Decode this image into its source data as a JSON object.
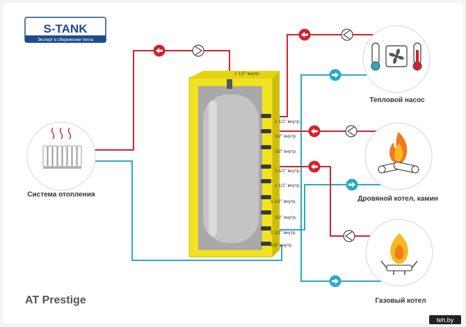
{
  "logo": {
    "brand": "S-TANK",
    "slogan": "Эксперт в сбережении тепла"
  },
  "product_name": "AT Prestige",
  "watermark": "teh.by",
  "colors": {
    "hot_pipe": "#d6202a",
    "cold_pipe": "#2aa9c8",
    "tank_insulation": "#f2e21f",
    "tank_body": "#b7b7b7",
    "logo_blue": "#1d4b8f",
    "logo_red": "#d6202a"
  },
  "devices": {
    "heating_system": {
      "label": "Система отопления",
      "icon": "radiator-icon"
    },
    "heat_pump": {
      "label": "Тепловой насос",
      "icon": "thermo-fan-icon"
    },
    "wood_boiler": {
      "label": "Дровяной котел, камин",
      "icon": "fire-wood-icon"
    },
    "gas_boiler": {
      "label": "Газовый котел",
      "icon": "gas-flame-icon"
    }
  },
  "ports": {
    "top": "1 1/2\" внутр.",
    "p1": "1 1/2\" внутр.",
    "p2": "1/2\" внутр.",
    "p3": "1/2\" внутр.",
    "p4": "1 1/2\" внутр.",
    "p5": "1 1/2\" внутр.",
    "p6": "1 1/2\" внутр.",
    "p7": "1/2\" внутр.",
    "p8": "1 1/2\" внутр.",
    "p9": "1/2\" внутр."
  }
}
